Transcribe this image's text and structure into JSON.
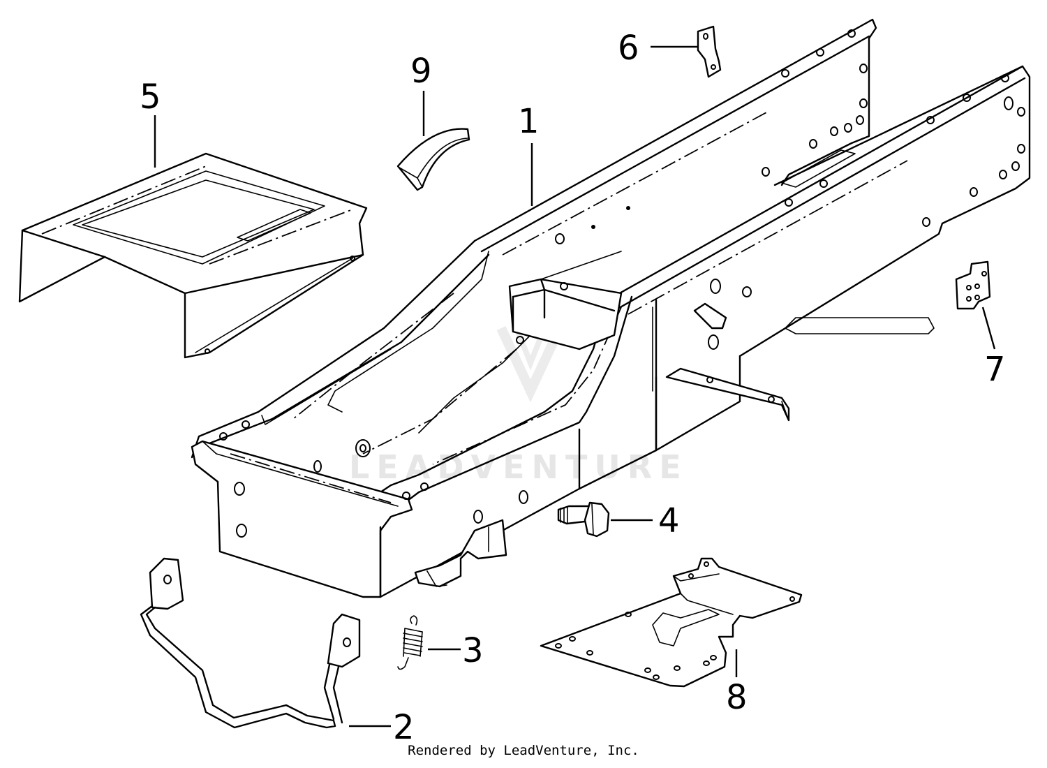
{
  "callouts": {
    "c1": "1",
    "c2": "2",
    "c3": "3",
    "c4": "4",
    "c5": "5",
    "c6": "6",
    "c7": "7",
    "c8": "8",
    "c9": "9"
  },
  "watermark": "LEADVENTURE",
  "credit": "Rendered by LeadVenture, Inc."
}
